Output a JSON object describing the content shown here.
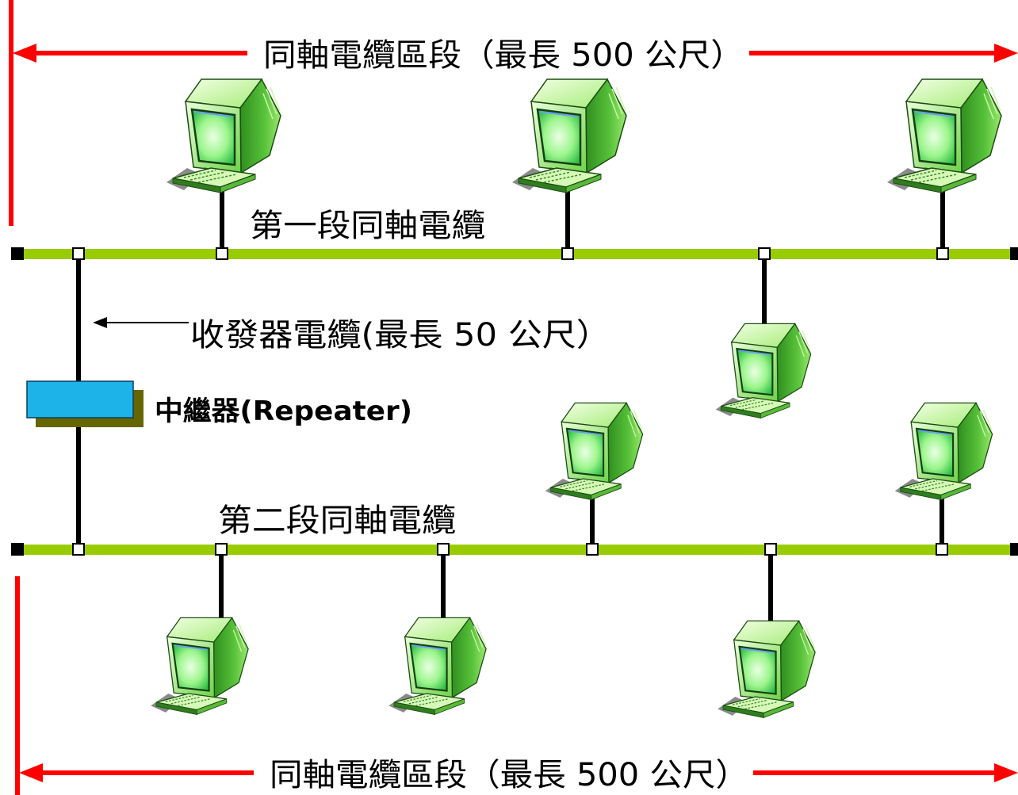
{
  "diagram": {
    "segment_label_top": "同軸電纜區段（最長 500 公尺）",
    "segment_label_bottom": "同軸電纜區段（最長 500 公尺）",
    "cable_1_label": "第一段同軸電纜",
    "cable_2_label": "第二段同軸電纜",
    "transceiver_cable_label": "收發器電纜(最長 50 公尺）",
    "repeater_label": "中繼器(Repeater)"
  },
  "colors": {
    "coax_cable": "#99cc00",
    "segment_arrow": "#ff0000",
    "repeater": "#1db2e8",
    "repeater_shadow": "#666600",
    "drop_cable": "#000000",
    "terminator": "#000000"
  },
  "icons": {
    "workstation": "computer-icon",
    "repeater": "repeater-icon"
  }
}
